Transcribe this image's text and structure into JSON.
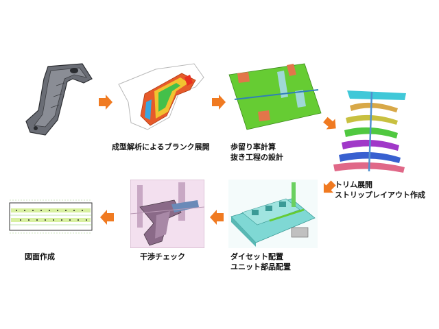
{
  "steps": {
    "blank": {
      "label": "成型解析によるブランク展開"
    },
    "yield": {
      "line1": "歩留り率計算",
      "line2": "抜き工程の設計"
    },
    "strip": {
      "line1": "トリム展開",
      "line2": "ストリップレイアウト作成"
    },
    "die": {
      "line1": "ダイセット配置",
      "line2": "ユニット部品配置"
    },
    "interference": {
      "label": "干渉チェック"
    },
    "drawing": {
      "label": "図面作成"
    }
  },
  "colors": {
    "arrow": "#f07a21",
    "part_gray": "#5d6068",
    "strip_green": "#66cc33",
    "die_cyan": "#33cccc",
    "interference_pink": "#e7c6e2"
  }
}
